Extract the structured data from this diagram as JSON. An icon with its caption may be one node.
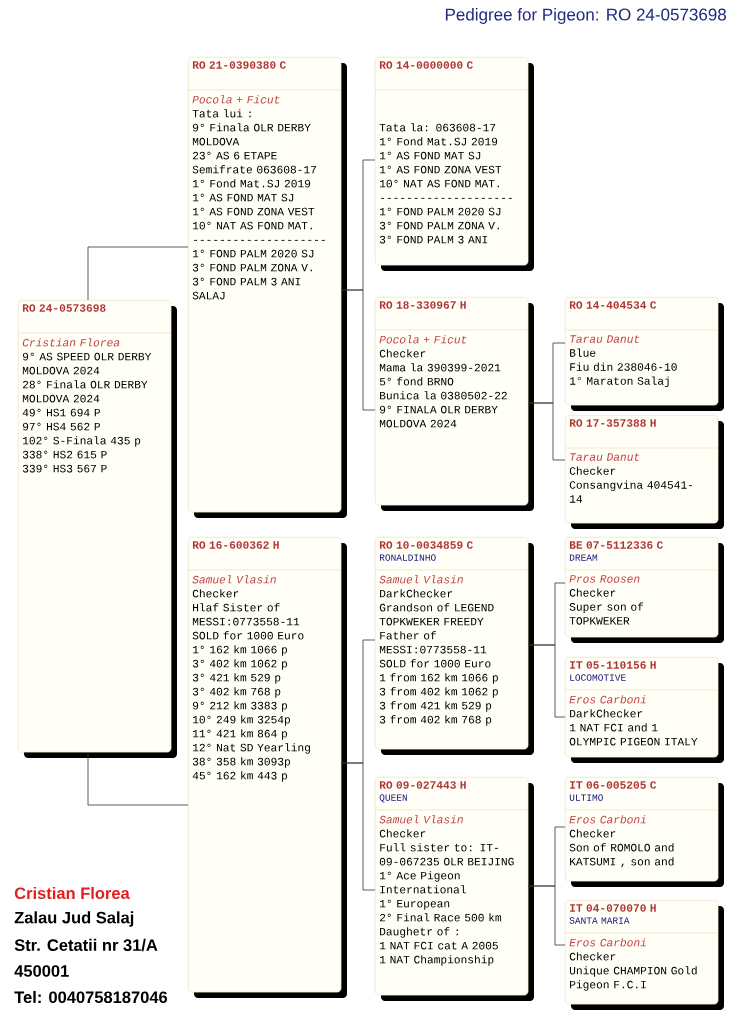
{
  "diagram": {
    "title": "Pedigree for Pigeon: RO 24-0573698",
    "nodes": [
      {
        "text": [
          "RO 24-0573698",
          "Cristian Florea",
          "9° AS SPEED OLR DERBY MOLDOVA 2024",
          "28° Finala OLR DERBY MOLDOVA 2024",
          "49° HS1 694 P",
          "97° HS4 562 P",
          "102° S-Finala 435 p",
          "338° HS2 615 P",
          "339° HS3 567 P"
        ]
      },
      {
        "text": [
          "RO 21-0390380 C",
          "Pocola + Ficut",
          "Tata lui :",
          "9° Finala OLR DERBY MOLDOVA",
          "23° AS 6 ETAPE",
          "Semifrate 063608-17",
          "1° Fond Mat.SJ 2019",
          "1° AS FOND MAT SJ",
          "1° AS FOND ZONA VEST",
          "10° NAT AS FOND MAT.",
          "--------------------",
          "1° FOND PALM 2020 SJ",
          "3° FOND PALM ZONA V.",
          "3° FOND PALM 3 ANI SALAJ"
        ]
      },
      {
        "text": [
          "RO 16-600362 H",
          "Samuel Vlasin",
          "Checker",
          "Hlaf Sister of MESSI:0773558-11",
          "SOLD for 1000 Euro",
          "1° 162 km 1066 p",
          "3° 402 km 1062 p",
          "3° 421 km 529 p",
          "3° 402 km 768 p",
          "9° 212 km 3383 p",
          "10° 249 km 3254p",
          "11° 421 km 864 p",
          "12° Nat SD Yearling",
          "38° 358 km 3093p",
          "45° 162 km 443 p"
        ]
      },
      {
        "text": [
          "RO 14-0000000 C",
          "Tata la: 063608-17",
          "1° Fond Mat.SJ 2019",
          "1° AS FOND MAT SJ",
          "1° AS FOND ZONA VEST",
          "10° NAT AS FOND MAT.",
          "--------------------",
          "1° FOND PALM 2020 SJ",
          "3° FOND PALM ZONA V.",
          "3° FOND PALM 3 ANI"
        ]
      },
      {
        "text": [
          "RO 18-330967 H",
          "Pocola + Ficut",
          "Checker",
          "Mama la 390399-2021",
          "5° fond BRNO",
          "Bunica la 0380502-22",
          "9° FINALA OLR DERBY MOLDOVA 2024"
        ]
      },
      {
        "text": [
          "RO 10-0034859 C",
          "RONALDINHO",
          "Samuel Vlasin",
          "DarkChecker",
          "Grandson of LEGEND TOPKWEKER FREEDY",
          "Father of MESSI:0773558-11",
          "SOLD for 1000 Euro",
          "1 from 162 km 1066 p",
          "3 from 402 km 1062 p",
          "3 from 421 km 529 p",
          "3 from 402 km 768 p"
        ]
      },
      {
        "text": [
          "RO 09-027443 H",
          "QUEEN",
          "Samuel Vlasin",
          "Checker",
          "Full sister to: IT-09-067235 OLR BEIJING",
          "1° Ace Pigeon International",
          "1° European",
          "2° Final Race 500 km",
          "Daughetr of :",
          "1 NAT FCI cat A 2005",
          "1 NAT Championship"
        ]
      },
      {
        "text": [
          "RO 14-404534 C",
          "Tarau Danut",
          "Blue",
          "Fiu din 238046-10",
          "1° Maraton Salaj"
        ]
      },
      {
        "text": [
          "RO 17-357388 H",
          "Tarau Danut",
          "Checker",
          "Consangvina 404541-14"
        ]
      },
      {
        "text": [
          "BE 07-5112336 C",
          "DREAM",
          "Pros Roosen",
          "Checker",
          "Super son of TOPKWEKER"
        ]
      },
      {
        "text": [
          "IT 05-110156 H",
          "LOCOMOTIVE",
          "Eros Carboni",
          "DarkChecker",
          "1 NAT FCI and 1 OLYMPIC PIGEON ITALY"
        ]
      },
      {
        "text": [
          "IT 06-005205 C",
          "ULTIMO",
          "Eros Carboni",
          "Checker",
          "Son of ROMOLO and KATSUMI , son and"
        ]
      },
      {
        "text": [
          "IT 04-070070 H",
          "SANTA MARIA",
          "Eros Carboni",
          "Checker",
          "Unique CHAMPION Gold Pigeon F.C.I"
        ]
      }
    ],
    "edges": [
      {
        "from": 0,
        "to": 1,
        "arrow": "none"
      },
      {
        "from": 0,
        "to": 2,
        "arrow": "none"
      },
      {
        "from": 1,
        "to": 3,
        "arrow": "none"
      },
      {
        "from": 1,
        "to": 4,
        "arrow": "none"
      },
      {
        "from": 2,
        "to": 5,
        "arrow": "none"
      },
      {
        "from": 2,
        "to": 6,
        "arrow": "none"
      },
      {
        "from": 4,
        "to": 7,
        "arrow": "none"
      },
      {
        "from": 4,
        "to": 8,
        "arrow": "none"
      },
      {
        "from": 5,
        "to": 9,
        "arrow": "none"
      },
      {
        "from": 5,
        "to": 10,
        "arrow": "none"
      },
      {
        "from": 6,
        "to": 11,
        "arrow": "none"
      },
      {
        "from": 6,
        "to": 12,
        "arrow": "none"
      }
    ],
    "labels": [
      "Cristian Florea",
      "Zalau Jud Salaj",
      "Str. Cetatii nr 31/A",
      "450001",
      "Tel: 0040758187046"
    ]
  }
}
